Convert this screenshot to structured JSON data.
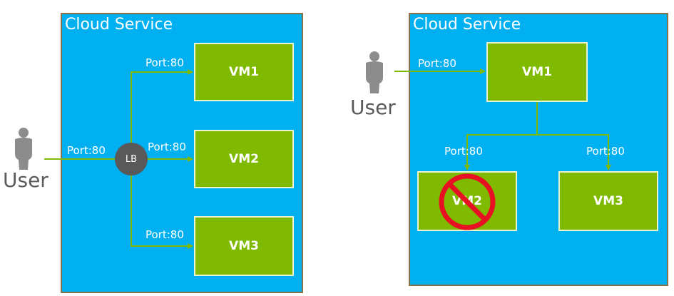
{
  "colors": {
    "cloud_bg": "#00b0f0",
    "cloud_border": "#8b6f47",
    "vm_bg": "#7fba00",
    "link": "#7fba00",
    "lb_bg": "#595959",
    "user_icon": "#8c8c8c",
    "prohibit": "#e81123"
  },
  "left": {
    "title": "Cloud Service",
    "user_label": "User",
    "user_port": "Port:80",
    "lb_label": "LB",
    "vms": [
      {
        "label": "VM1",
        "port": "Port:80"
      },
      {
        "label": "VM2",
        "port": "Port:80"
      },
      {
        "label": "VM3",
        "port": "Port:80"
      }
    ]
  },
  "right": {
    "title": "Cloud Service",
    "user_label": "User",
    "user_port": "Port:80",
    "vms": [
      {
        "label": "VM1"
      },
      {
        "label": "VM2",
        "port": "Port:80",
        "status_icon": "prohibited-icon"
      },
      {
        "label": "VM3",
        "port": "Port:80"
      }
    ]
  }
}
